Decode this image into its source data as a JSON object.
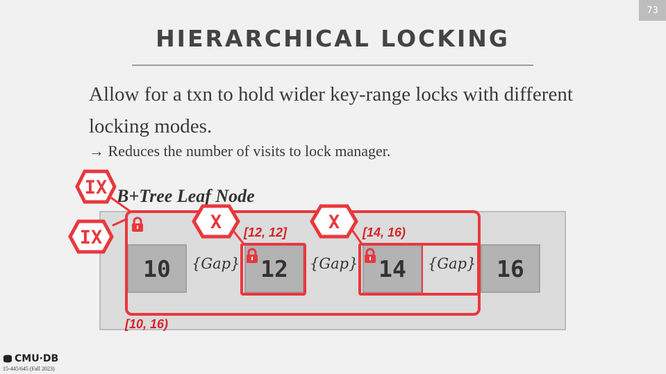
{
  "slide_number": "73",
  "title": "HIERARCHICAL LOCKING",
  "bullets": {
    "main": "Allow for a txn to hold wider key-range locks with different locking modes.",
    "sub": "→ Reduces the number of visits to lock manager."
  },
  "diagram": {
    "node_label": "B+Tree Leaf Node",
    "keys": [
      "10",
      "12",
      "14",
      "16"
    ],
    "gap_label": "{Gap}",
    "locks": {
      "ix_top": "IX",
      "ix_bottom": "IX",
      "x_left": "X",
      "x_right": "X"
    },
    "ranges": {
      "outer": "[10, 16)",
      "left": "[12, 12]",
      "right": "[14, 16)"
    }
  },
  "footer": {
    "logo": "CMU·DB",
    "course": "15-445/645 (Fall 2023)"
  },
  "colors": {
    "accent": "#e8383e",
    "key_fill": "#b3b3b3",
    "node_fill": "#dcdcdc"
  }
}
